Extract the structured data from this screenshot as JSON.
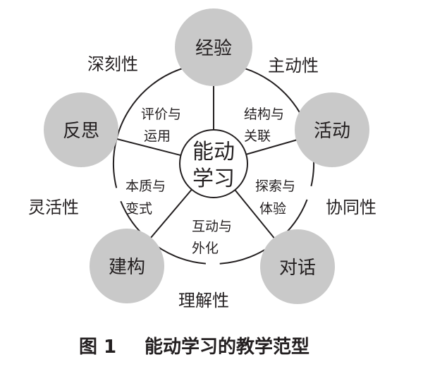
{
  "diagram": {
    "center": {
      "line1": "能动",
      "line2": "学习"
    },
    "nodes": [
      {
        "label": "经验"
      },
      {
        "label": "活动"
      },
      {
        "label": "对话"
      },
      {
        "label": "建构"
      },
      {
        "label": "反思"
      }
    ],
    "processes": [
      {
        "line1": "评价与",
        "line2": "运用"
      },
      {
        "line1": "结构与",
        "line2": "关联"
      },
      {
        "line1": "探索与",
        "line2": "体验"
      },
      {
        "line1": "互动与",
        "line2": "外化"
      },
      {
        "line1": "本质与",
        "line2": "变式"
      }
    ],
    "qualities": [
      {
        "label": "深刻性"
      },
      {
        "label": "主动性"
      },
      {
        "label": "协同性"
      },
      {
        "label": "理解性"
      },
      {
        "label": "灵活性"
      }
    ]
  },
  "caption": {
    "label": "图 1",
    "title": "能动学习的教学范型"
  },
  "colors": {
    "node_fill": "#c9c9c9",
    "line": "#231f20",
    "text": "#231f20",
    "background": "#ffffff"
  }
}
